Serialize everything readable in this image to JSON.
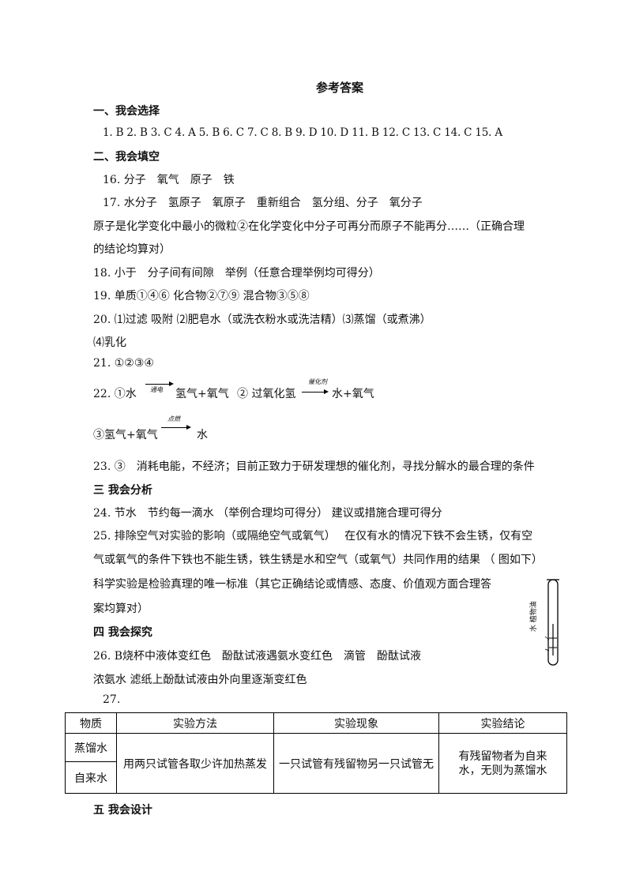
{
  "title": "参考答案",
  "s1": {
    "heading": "一、我会选择",
    "answers": "1. B 2. B 3. C 4. A 5. B 6. C 7. C 8. B 9. D 10. D 11. B 12. C 13. C 14. C 15. A"
  },
  "s2": {
    "heading": "二、我会填空",
    "q16": "16. 分子　氧气　原子　铁",
    "q17": "17. 水分子　氢原子　氧原子　重新组合　氢分组、分子　氧分子",
    "q17b1": "原子是化学变化中最小的微粒②在化学变化中分子可再分而原子不能再分……（正确合理",
    "q17b2": "的结论均算对）",
    "q18": "18. 小于　分子间有间隙　举例（任意合理举例均可得分）",
    "q19": "19. 单质①④⑥ 化合物②⑦⑨ 混合物③⑤⑧",
    "q20a": "20. ⑴过滤 吸附 ⑵肥皂水（或洗衣粉水或洗洁精）⑶蒸馏（或煮沸）",
    "q20b": "⑷乳化",
    "q21": "21. ①②③④",
    "q22": {
      "num": "22. ①水",
      "cond1": "通电",
      "prod1": "氢气+氧气",
      "part2": "② 过氧化氢",
      "cond2": "催化剂",
      "prod2": "水+氧气",
      "part3": "③氢气+氧气",
      "cond3": "点燃",
      "prod3": "水"
    },
    "q23": "23. ③　消耗电能，不经济；目前正致力于研发理想的催化剂，寻找分解水的最合理的条件"
  },
  "s3": {
    "heading": "三 我会分析",
    "q24": "24. 节水　节约每一滴水 （举例合理均可得分） 建议或措施合理可得分",
    "q25a": "25. 排除空气对实验的影响（或隔绝空气或氧气）　 在仅有水的情况下铁不会生锈，仅有空",
    "q25b": "气或氧气的条件下铁也不能生锈，铁生锈是水和空气（或氧气）共同作用的结果 （ 图如下）",
    "q25c": "科学实验是检验真理的唯一标准（其它正确结论或情感、态度、价值观方面合理答",
    "q25d": "案均算对）",
    "figure_label": "水 植物油"
  },
  "s4": {
    "heading": "四 我会探究",
    "q26a": "26. B烧杯中液体变红色　酚酞试液遇氨水变红色　滴管　酚酞试液",
    "q26b": "浓氨水 滤纸上酚酞试液由外向里逐渐变红色",
    "q27": "27.",
    "table": {
      "headers": [
        "物质",
        "实验方法",
        "实验现象",
        "实验结论"
      ],
      "row1": "蒸馏水",
      "row2": "自来水",
      "method": "用两只试管各取少许加热蒸发",
      "phenomenon": "一只试管有残留物另一只试管无",
      "conclusion1": "有残留物者为自来",
      "conclusion2": "水，无则为蒸馏水"
    }
  },
  "s5": {
    "heading": "五 我会设计"
  }
}
